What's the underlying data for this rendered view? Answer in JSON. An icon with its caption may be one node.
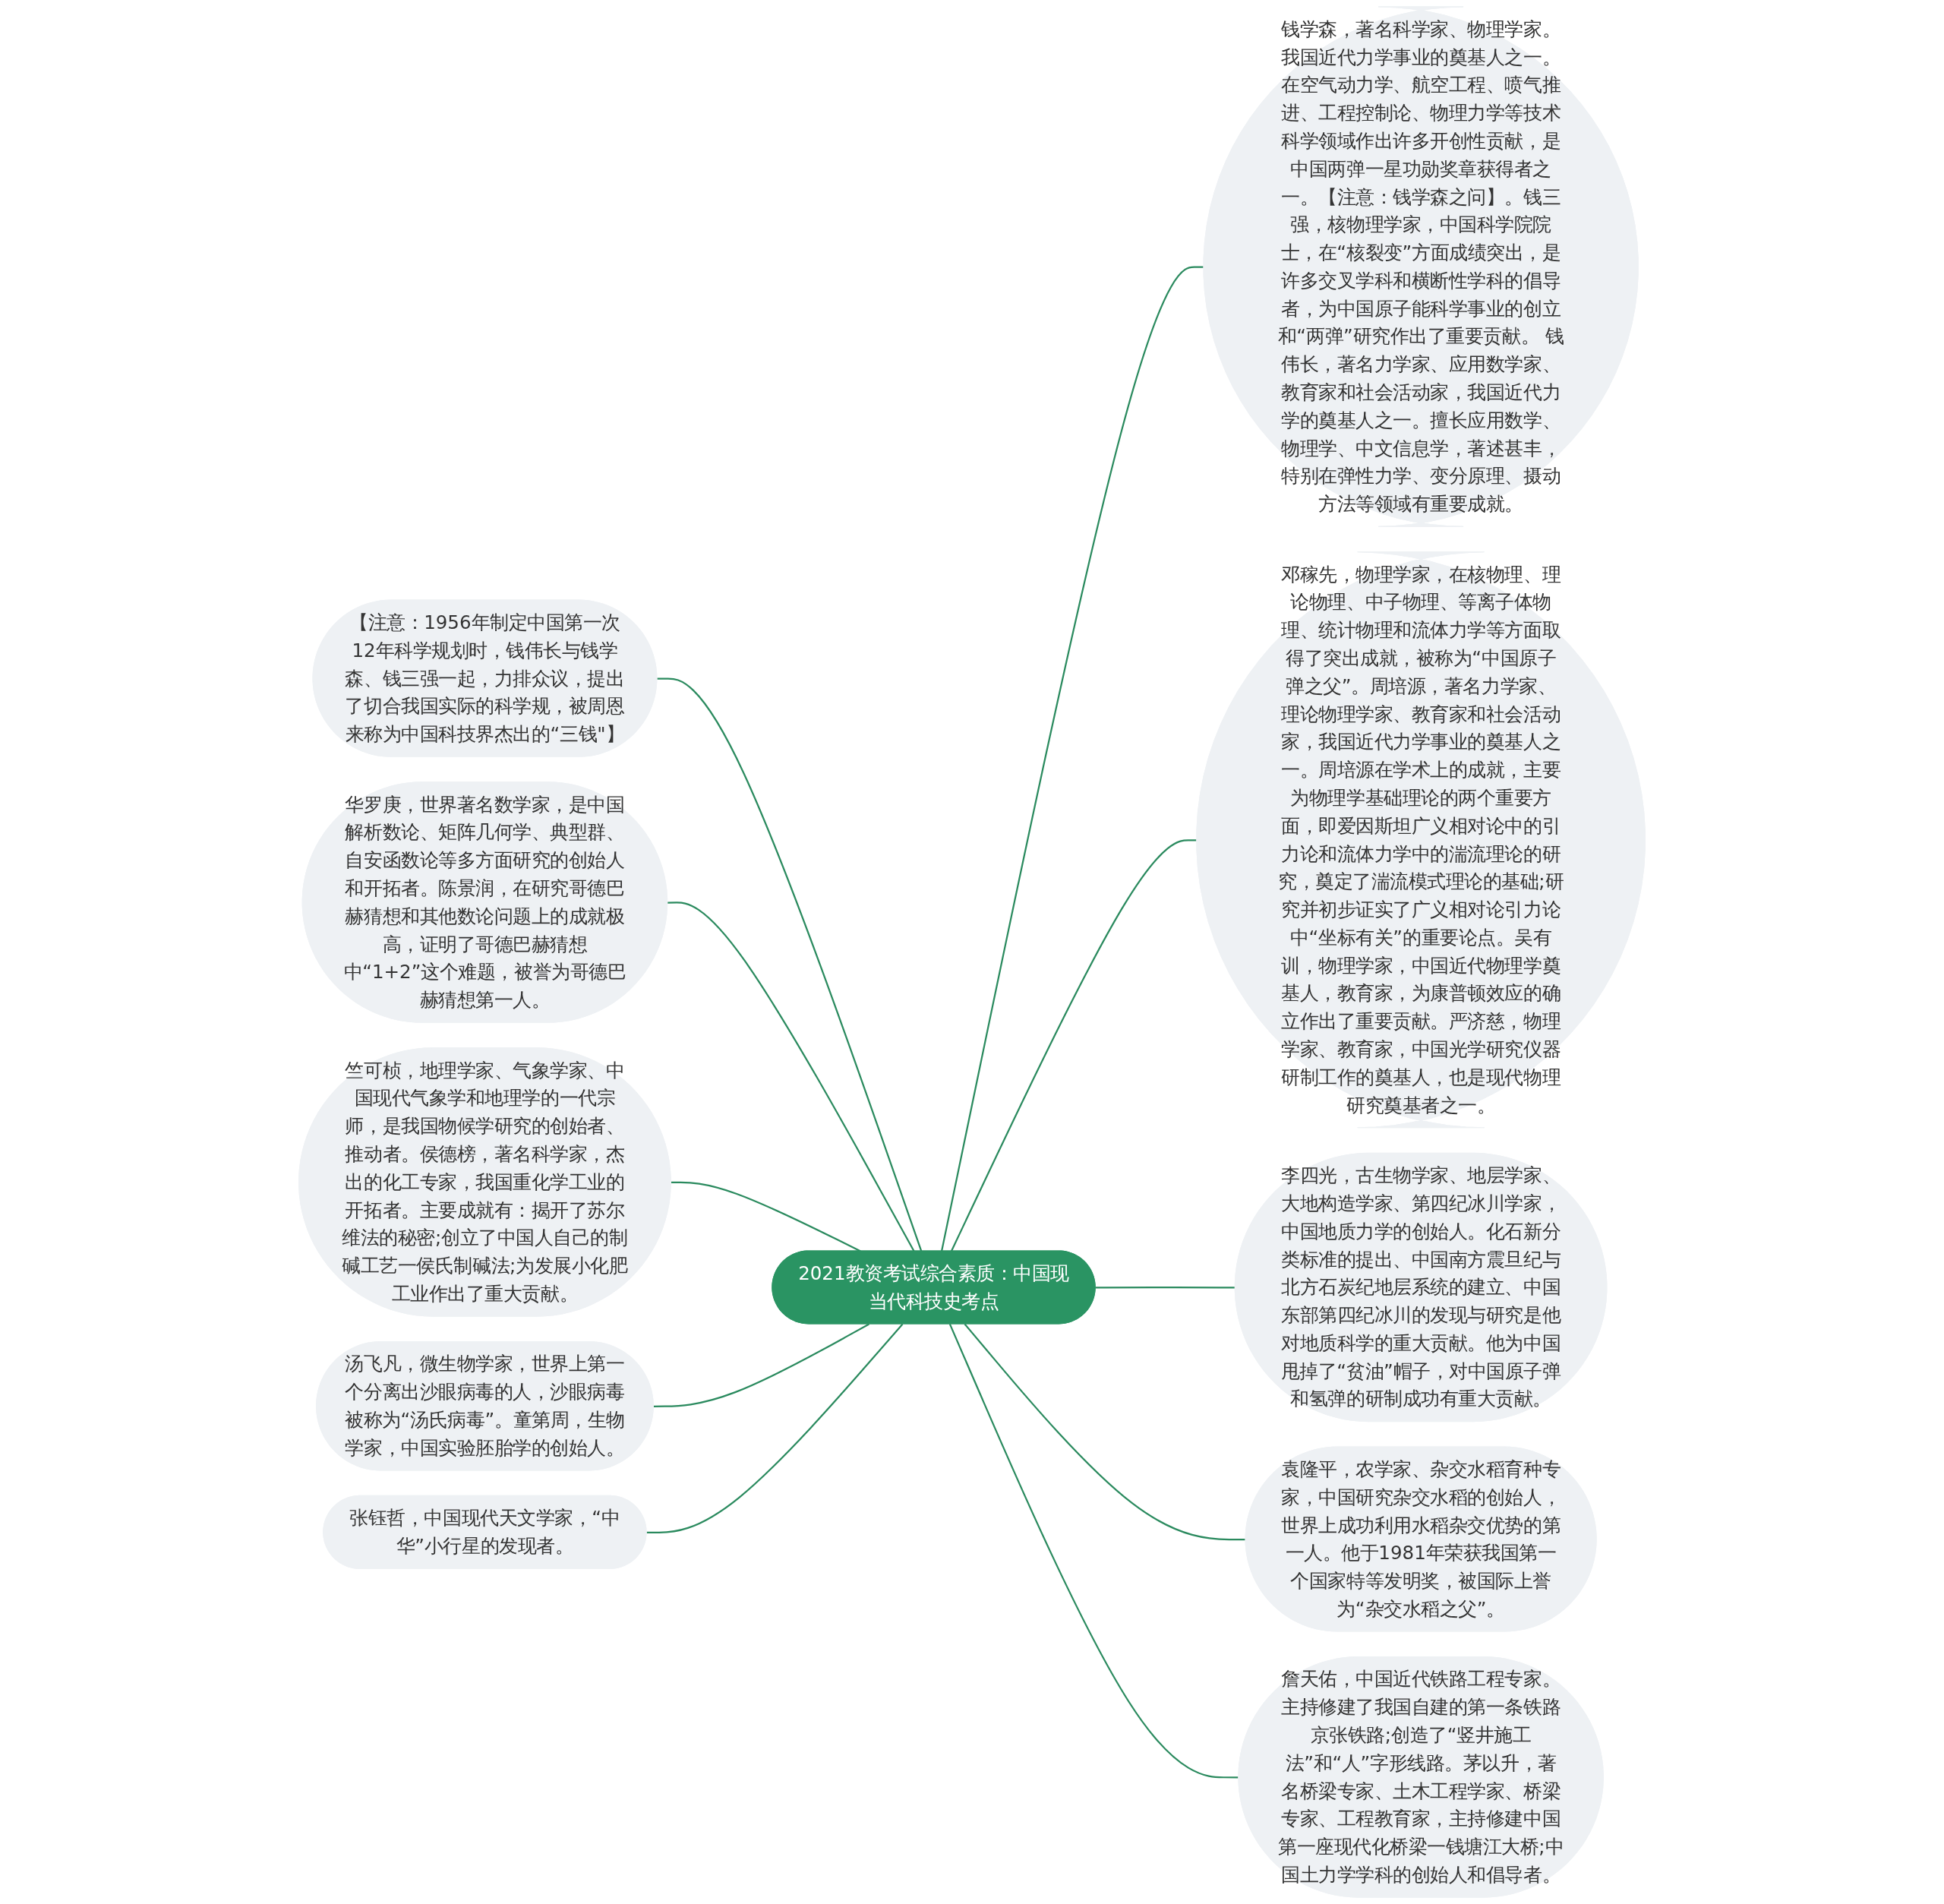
{
  "diagram": {
    "nodes": [
      {
        "text": [
          "2021教资考试综合素质：中国现当代科技史考点"
        ]
      },
      {
        "text": [
          "钱学森，著名科学家、物理学家。我国近代力学事业的奠基人之一。在空气动力学、航空工程、喷气推进、工程控制论、物理力学等技术科学领域作出许多开创性贡献，是中国两弹一星功勋奖章获得者之一。【注意：钱学森之问】。钱三强，核物理学家，中国科学院院士，在“核裂变”方面成绩突出，是许多交叉学科和横断性学科的倡导者，为中国原子能科学事业的创立和“两弹”研究作出了重要贡献。 钱伟长，著名力学家、应用数学家、教育家和社会活动家，我国近代力学的奠基人之一。擅长应用数学、物理学、中文信息学，著述甚丰，特别在弹性力学、变分原理、摄动方法等领域有重要成就。"
        ]
      },
      {
        "text": [
          "邓稼先，物理学家，在核物理、理论物理、中子物理、等离子体物理、统计物理和流体力学等方面取得了突出成就，被称为“中国原子弹之父”。周培源，著名力学家、理论物理学家、教育家和社会活动家，我国近代力学事业的奠基人之一。周培源在学术上的成就，主要为物理学基础理论的两个重要方面，即爱因斯坦广义相对论中的引力论和流体力学中的湍流理论的研究，奠定了湍流模式理论的基础;研究并初步证实了广义相对论引力论中“坐标有关”的重要论点。吴有训，物理学家，中国近代物理学奠基人，教育家，为康普顿效应的确立作出了重要贡献。严济慈，物理学家、教育家，中国光学研究仪器研制工作的奠基人，也是现代物理研究奠基者之一。"
        ]
      },
      {
        "text": [
          "李四光，古生物学家、地层学家、大地构造学家、第四纪冰川学家，中国地质力学的创始人。化石新分类标准的提出、中国南方震旦纪与北方石炭纪地层系统的建立、中国东部第四纪冰川的发现与研究是他对地质科学的重大贡献。他为中国甩掉了“贫油”帽子，对中国原子弹和氢弹的研制成功有重大贡献。"
        ]
      },
      {
        "text": [
          "袁隆平，农学家、杂交水稻育种专家，中国研究杂交水稻的创始人，世界上成功利用水稻杂交优势的第一人。他于1981年荣获我国第一个国家特等发明奖，被国际上誉为“杂交水稻之父”。"
        ]
      },
      {
        "text": [
          "詹天佑，中国近代铁路工程专家。主持修建了我国自建的第一条铁路京张铁路;创造了“竖井施工法”和“人”字形线路。茅以升，著名桥梁专家、土木工程学家、桥梁专家、工程教育家，主持修建中国第一座现代化桥梁一钱塘江大桥;中国土力学学科的创始人和倡导者。"
        ]
      },
      {
        "text": [
          "【注意：1956年制定中国第一次12年科学规划时，钱伟长与钱学森、钱三强一起，力排众议，提出了切合我国实际的科学规，被周恩来称为中国科技界杰出的“三钱\"】"
        ]
      },
      {
        "text": [
          "华罗庚，世界著名数学家，是中国解析数论、矩阵几何学、典型群、自安函数论等多方面研究的创始人和开拓者。陈景润，在研究哥德巴赫猜想和其他数论问题上的成就极高，证明了哥德巴赫猜想中“1+2”这个难题，被誉为哥德巴赫猜想第一人。"
        ]
      },
      {
        "text": [
          "竺可桢，地理学家、气象学家、中国现代气象学和地理学的一代宗师，是我国物候学研究的创始者、推动者。侯德榜，著名科学家，杰出的化工专家，我国重化学工业的开拓者。主要成就有：揭开了苏尔维法的秘密;创立了中国人自己的制碱工艺一侯氏制碱法;为发展小化肥工业作出了重大贡献。"
        ]
      },
      {
        "text": [
          "汤飞凡，微生物学家，世界上第一个分离出沙眼病毒的人，沙眼病毒被称为“汤氏病毒”。童第周，生物学家，中国实验胚胎学的创始人。"
        ]
      },
      {
        "text": [
          "张钰哲，中国现代天文学家，“中华”小行星的发现者。"
        ]
      }
    ],
    "edges": [
      {
        "from": 0,
        "to": 1,
        "arrow": "none"
      },
      {
        "from": 0,
        "to": 2,
        "arrow": "none"
      },
      {
        "from": 0,
        "to": 3,
        "arrow": "none"
      },
      {
        "from": 0,
        "to": 4,
        "arrow": "none"
      },
      {
        "from": 0,
        "to": 5,
        "arrow": "none"
      },
      {
        "from": 0,
        "to": 6,
        "arrow": "none"
      },
      {
        "from": 0,
        "to": 7,
        "arrow": "none"
      },
      {
        "from": 0,
        "to": 8,
        "arrow": "none"
      },
      {
        "from": 0,
        "to": 9,
        "arrow": "none"
      },
      {
        "from": 0,
        "to": 10,
        "arrow": "none"
      }
    ]
  }
}
